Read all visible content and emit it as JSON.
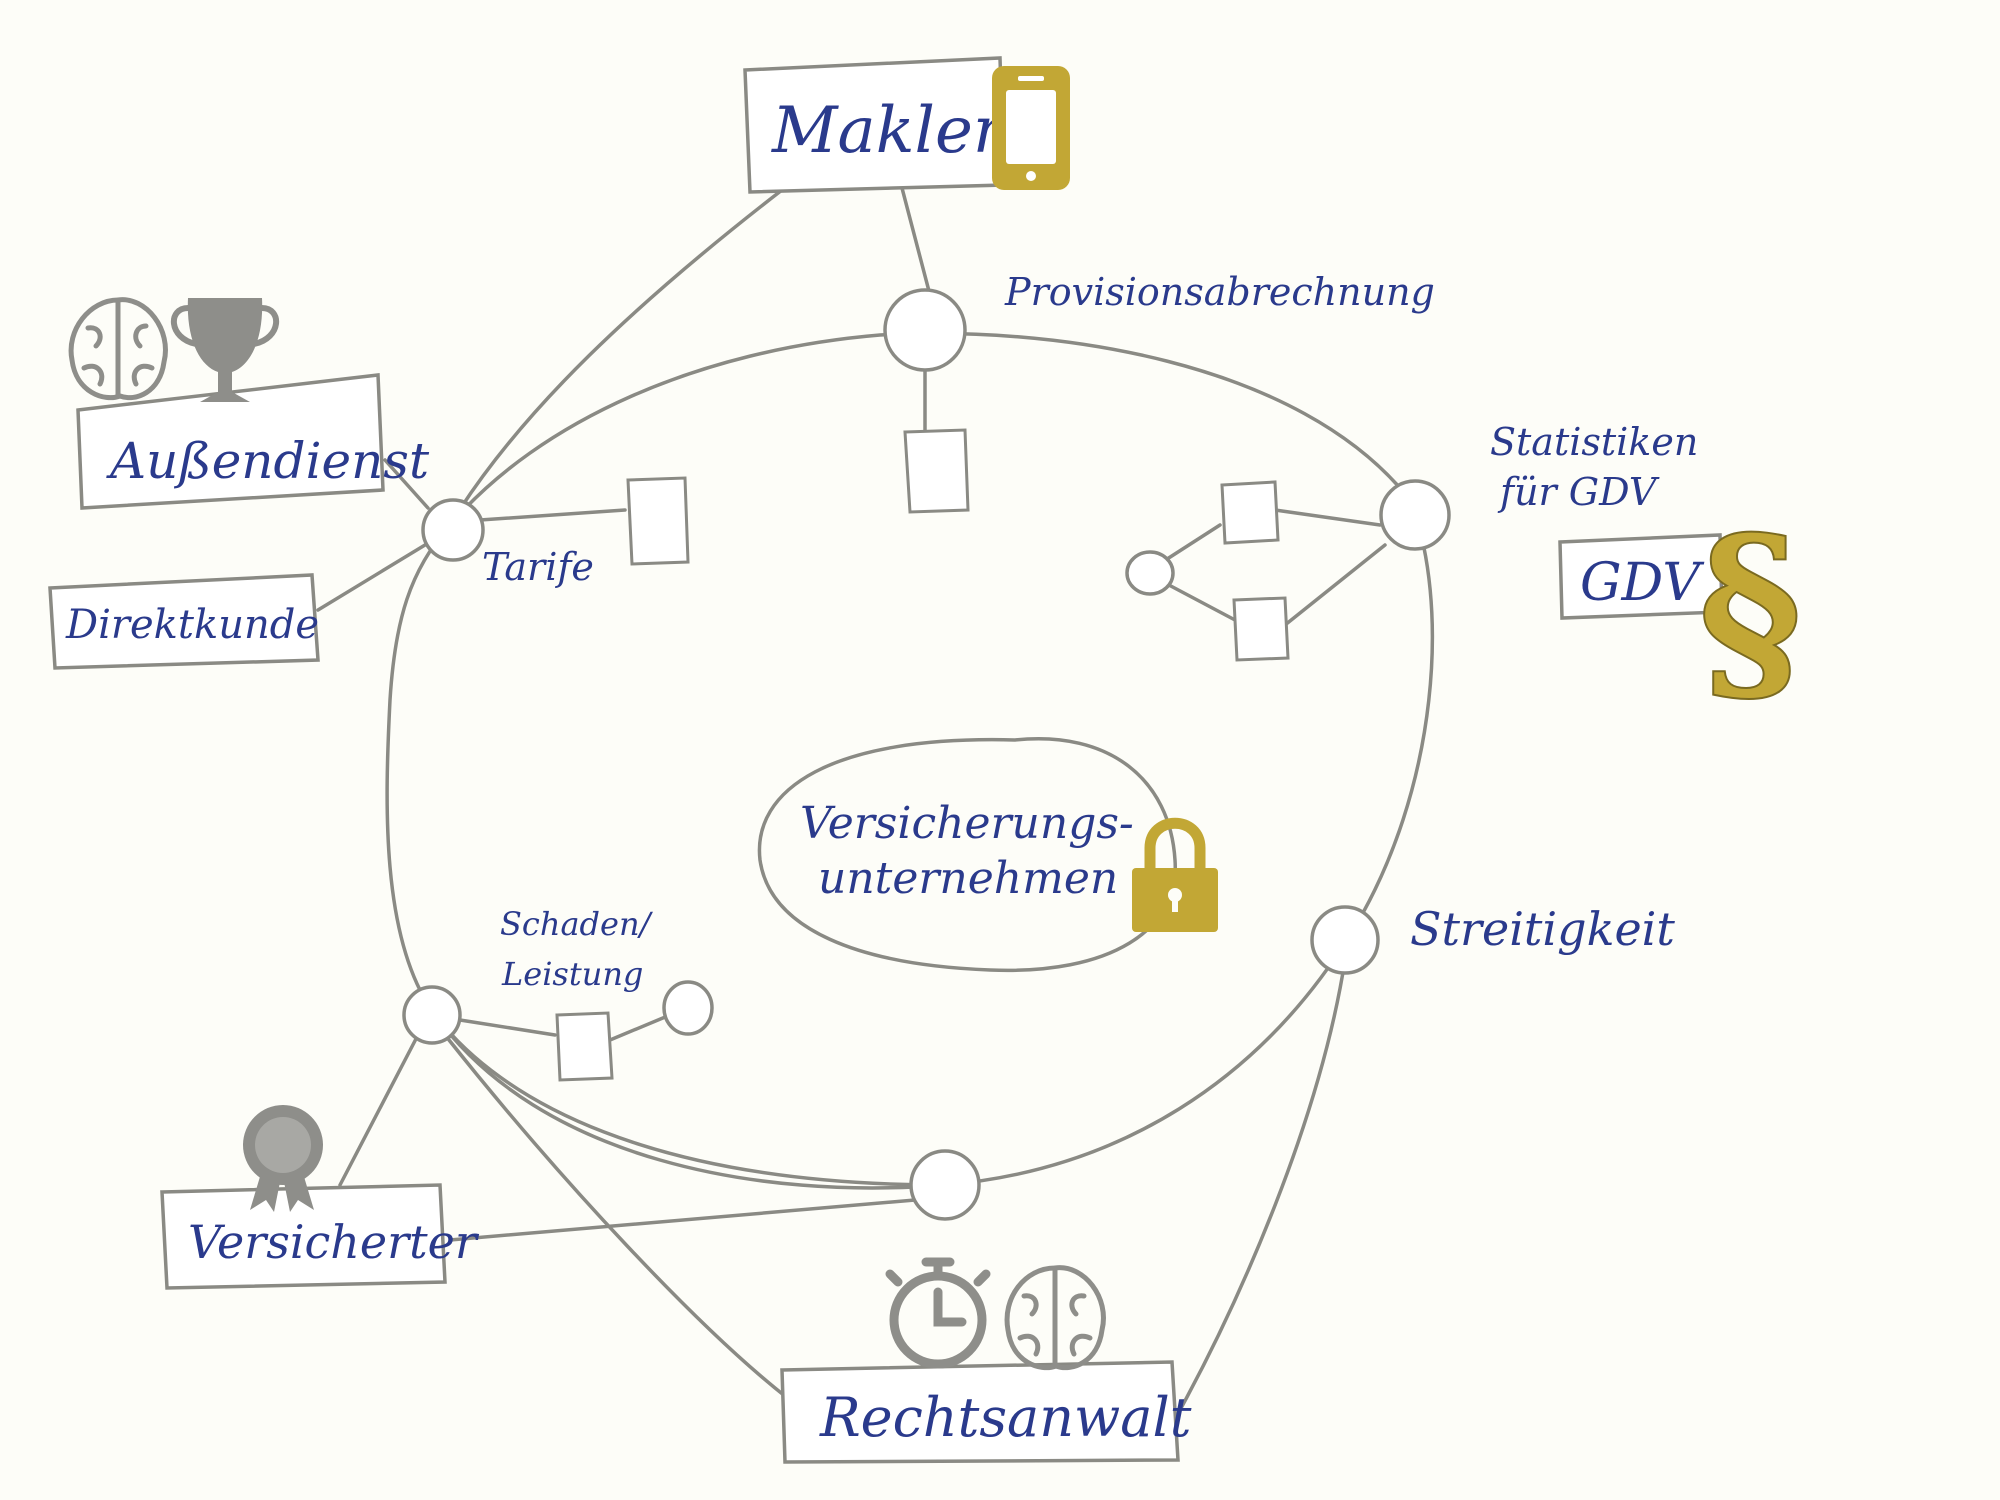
{
  "labels": {
    "makler": "Makler",
    "aussendienst": "Außendienst",
    "direktkunde": "Direktkunde",
    "gdv": "GDV",
    "versicherter": "Versicherter",
    "rechtsanwalt": "Rechtsanwalt",
    "center": [
      "Versicherungs-",
      "unternehmen"
    ]
  },
  "annotations": {
    "provision": "Provisionsabrechnung",
    "statistik": [
      "Statistiken",
      "für GDV"
    ],
    "tarife": "Tarife",
    "schaden": [
      "Schaden/",
      "Leistung"
    ],
    "streitigkeit": "Streitigkeit"
  },
  "icons": {
    "makler": "smartphone-icon",
    "aussendienst": [
      "brain-icon",
      "trophy-icon"
    ],
    "gdv": "paragraph-icon",
    "center": "padlock-icon",
    "versicherter": "award-rosette-icon",
    "rechtsanwalt": [
      "stopwatch-icon",
      "brain-icon"
    ]
  },
  "colors": {
    "ink": "#2a3a8c",
    "line": "#8a8a84",
    "icon_gold": "#c2a735",
    "icon_grey": "#8e8e8a"
  }
}
